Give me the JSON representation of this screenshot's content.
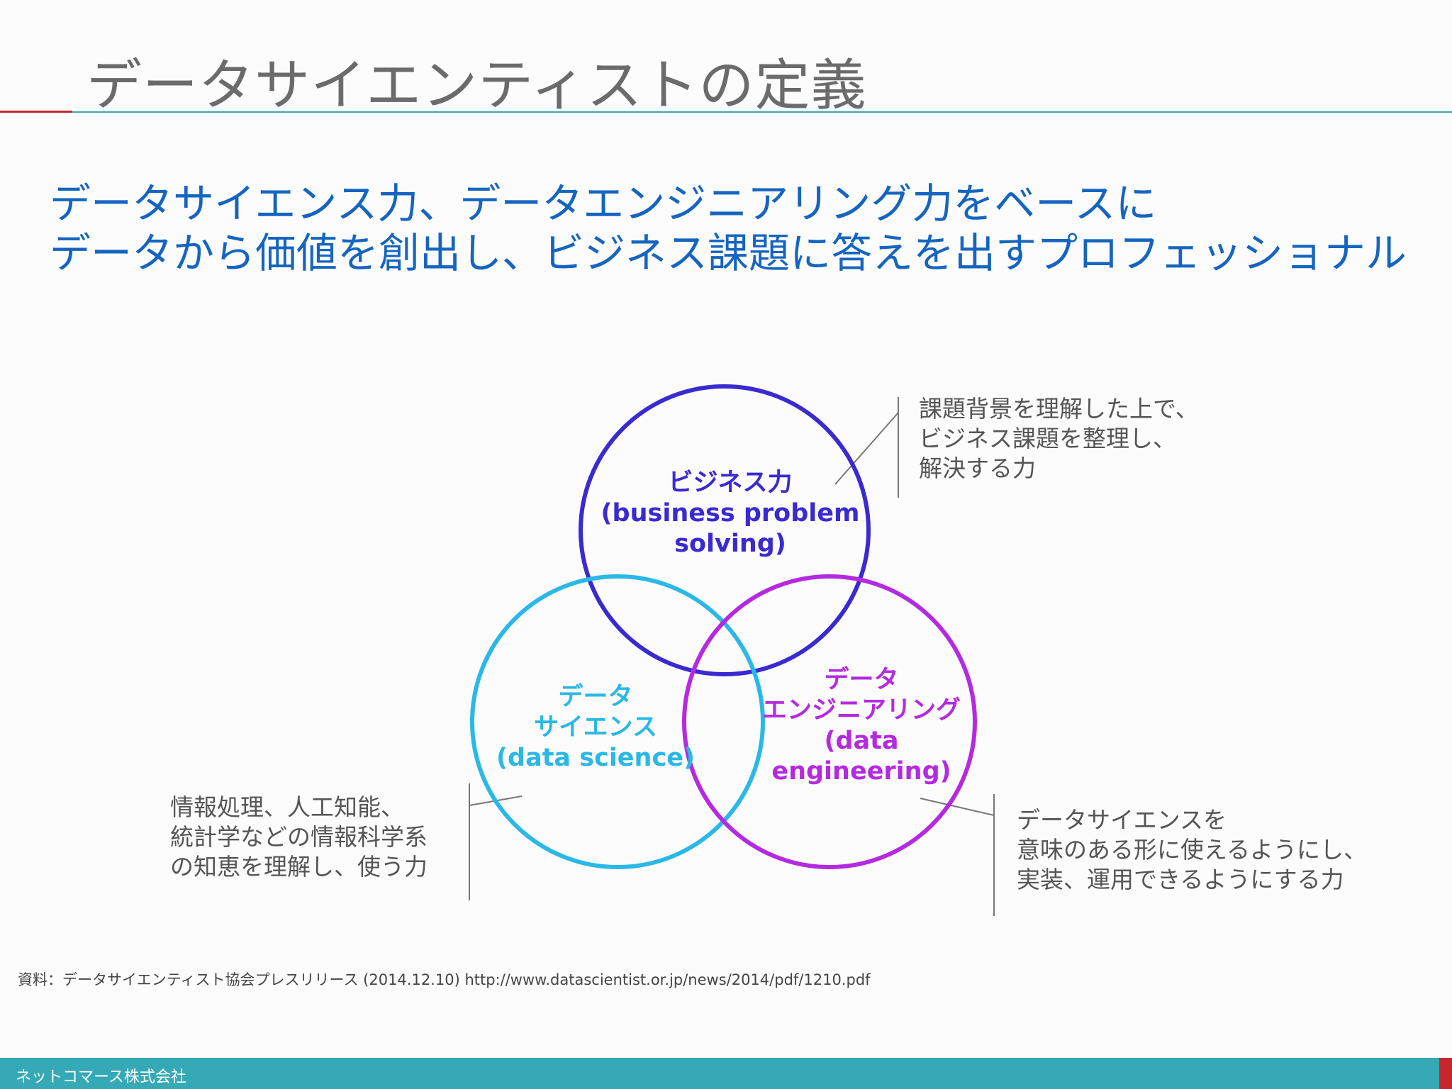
{
  "title": "データサイエンティストの定義",
  "subtitle": {
    "line1": "データサイエンス力、データエンジニアリング力をベースに",
    "line2": "データから価値を創出し、ビジネス課題に答えを出すプロフェッショナル"
  },
  "venn": {
    "business": {
      "line1": "ビジネス力",
      "line2": "(business problem",
      "line3": "solving)",
      "color": "#3a2ad0"
    },
    "data_science": {
      "line1": "データ",
      "line2": "サイエンス",
      "line3": "(data science)",
      "color": "#2ab8e6"
    },
    "data_engineering": {
      "line1": "データ",
      "line2": "エンジニアリング",
      "line3": "(data",
      "line4": "engineering)",
      "color": "#b52ae0"
    }
  },
  "notes": {
    "business": {
      "line1": "課題背景を理解した上で、",
      "line2": "ビジネス課題を整理し、",
      "line3": "解決する力"
    },
    "data_science": {
      "line1": "情報処理、人工知能、",
      "line2": "統計学などの情報科学系",
      "line3": "の知恵を理解し、使う力"
    },
    "data_engineering": {
      "line1": "データサイエンスを",
      "line2": "意味のある形に使えるようにし、",
      "line3": "実装、運用できるようにする力"
    }
  },
  "source": "資料：データサイエンティスト協会プレスリリース (2014.12.10) http://www.datascientist.or.jp/news/2014/pdf/1210.pdf",
  "footer": {
    "company": "ネットコマース株式会社"
  },
  "colors": {
    "title_text": "#6b6b6b",
    "subtitle_text": "#1565c0",
    "accent_red": "#c8262c",
    "accent_teal": "#35a9b5"
  }
}
